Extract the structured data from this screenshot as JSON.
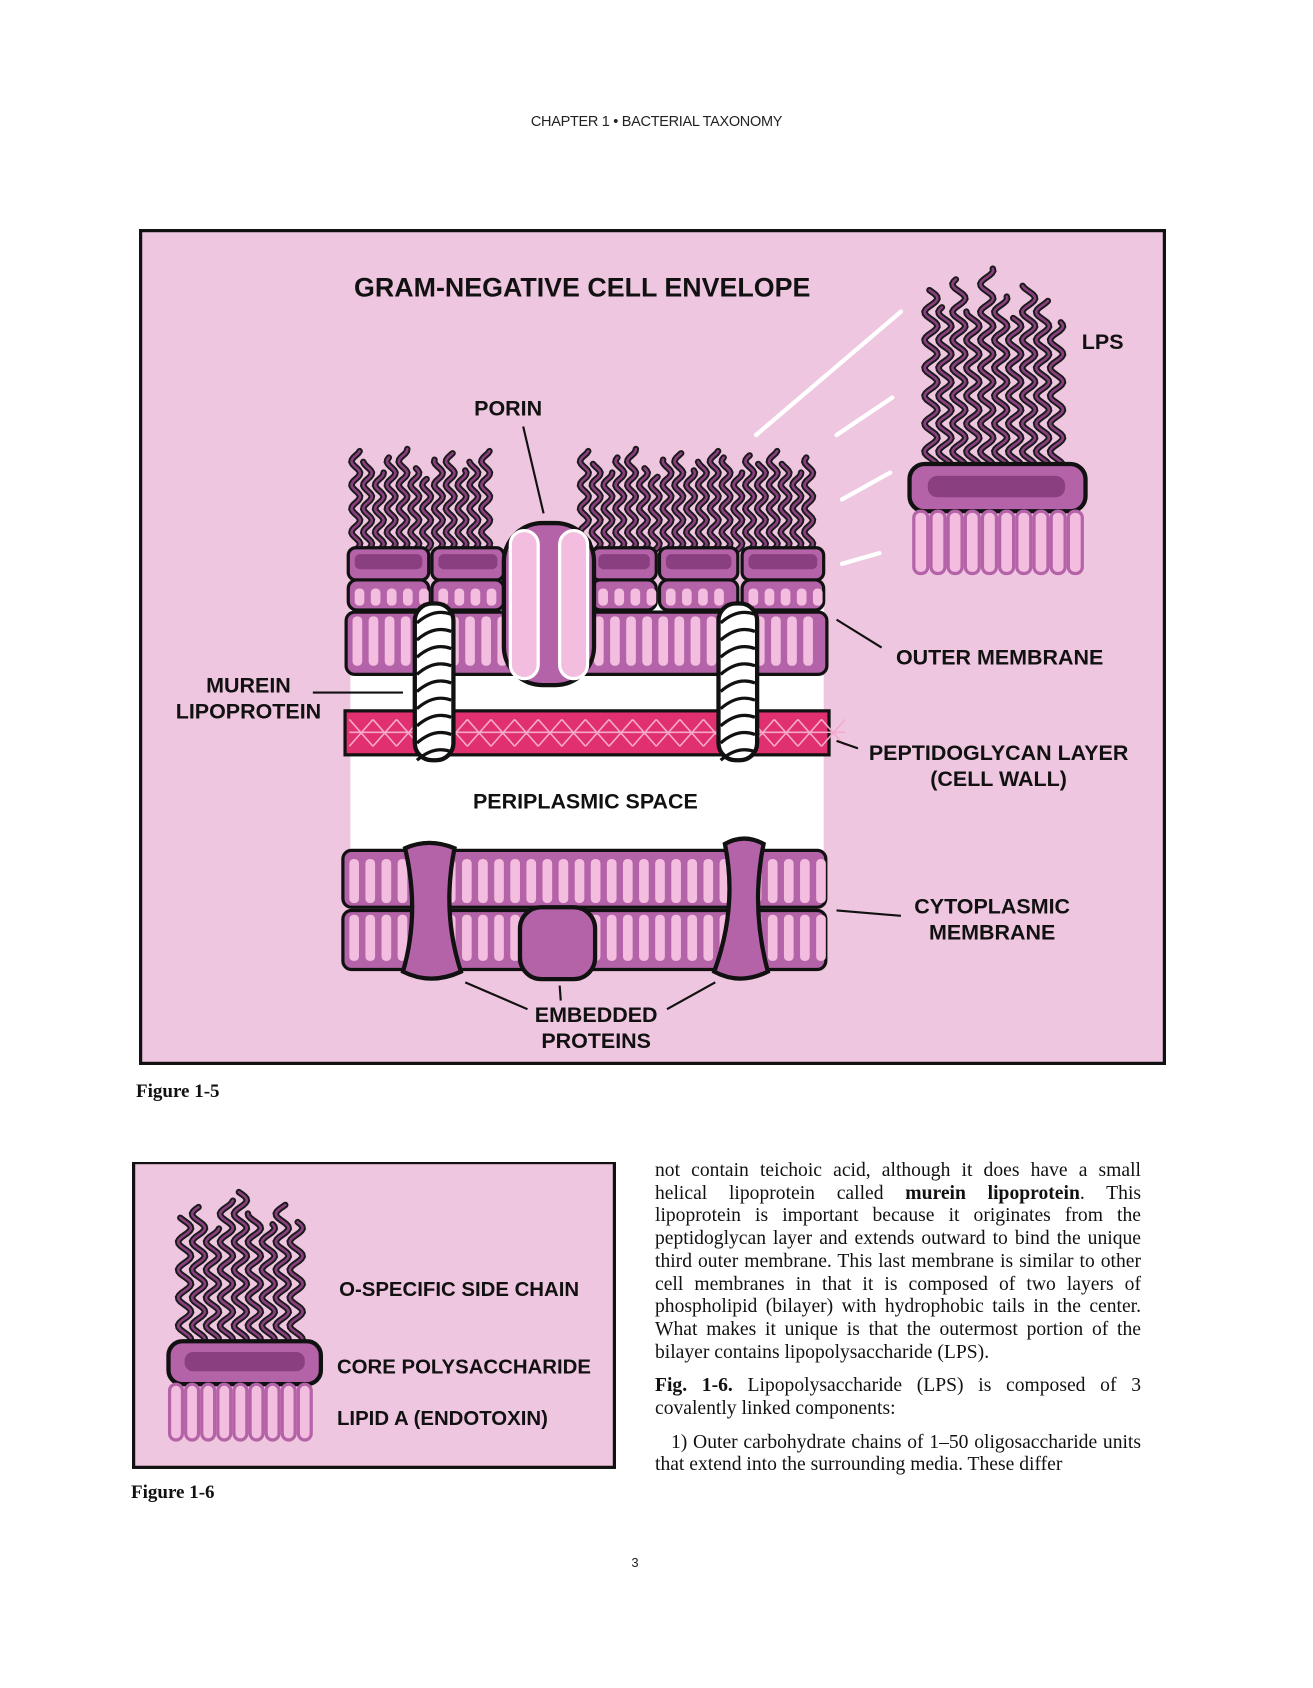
{
  "header": "CHAPTER 1 • BACTERIAL TAXONOMY",
  "figure_1_5": {
    "title": "GRAM-NEGATIVE CELL ENVELOPE",
    "labels": {
      "porin": "PORIN",
      "lps": "LPS",
      "murein_1": "MUREIN",
      "murein_2": "LIPOPROTEIN",
      "outer_membrane": "OUTER MEMBRANE",
      "peptidoglycan_1": "PEPTIDOGLYCAN LAYER",
      "peptidoglycan_2": "(CELL WALL)",
      "periplasmic": "PERIPLASMIC SPACE",
      "cytoplasmic_1": "CYTOPLASMIC",
      "cytoplasmic_2": "MEMBRANE",
      "embedded_1": "EMBEDDED",
      "embedded_2": "PROTEINS"
    },
    "caption": "Figure 1-5"
  },
  "figure_1_6": {
    "labels": {
      "o_specific": "O-SPECIFIC SIDE CHAIN",
      "core": "CORE POLYSACCHARIDE",
      "lipid_a": "LIPID A (ENDOTOXIN)"
    },
    "caption": "Figure 1-6"
  },
  "body": {
    "p1_a": "not contain teichoic acid, although it does have a small helical lipoprotein called ",
    "p1_bold": "murein lipoprotein",
    "p1_b": ". This lipoprotein is important because it originates from the peptidoglycan layer and extends outward to bind the unique third outer membrane. This last membrane is similar to other cell membranes in that it is composed of two layers of phospholipid (bilayer) with hydrophobic tails in the center. What makes it unique is that the outermost portion of the bilayer contains lipopolysac­charide (LPS).",
    "p2_bold": "Fig. 1-6.",
    "p2": "  Lipopolysaccharide (LPS) is composed of 3 covalently linked components:",
    "p3": "1) Outer carbohydrate chains of 1–50 oligosaccharide units that extend into the surrounding media. These differ"
  },
  "page_number": "3",
  "colors": {
    "background_pink": "#efc6df",
    "purple": "#b463a8",
    "dark_purple": "#8a3f80",
    "light_pink": "#f3bddf",
    "peptidoglycan": "#e0306f"
  }
}
